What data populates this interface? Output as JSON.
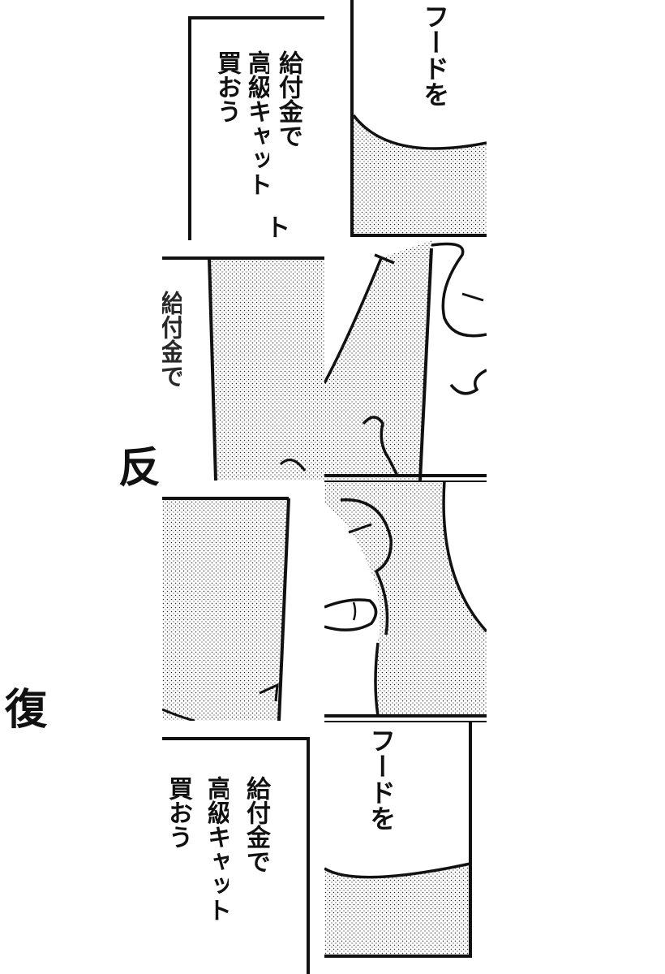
{
  "panels": {
    "top_caption": {
      "lines": [
        "給付金で",
        "高級キャット",
        "買おう"
      ]
    },
    "top_tail": "フードを",
    "bottom_caption": {
      "lines": [
        "給付金で",
        "高級キャット",
        "買おう"
      ]
    },
    "bottom_tail": "フードを"
  },
  "fragments": {
    "left_middle": "反",
    "left_lower": "復",
    "clipped_top_right": "ト"
  },
  "colors": {
    "ink": "#111111",
    "paper": "#ffffff",
    "screentone_dot": "#2a2a2a"
  }
}
